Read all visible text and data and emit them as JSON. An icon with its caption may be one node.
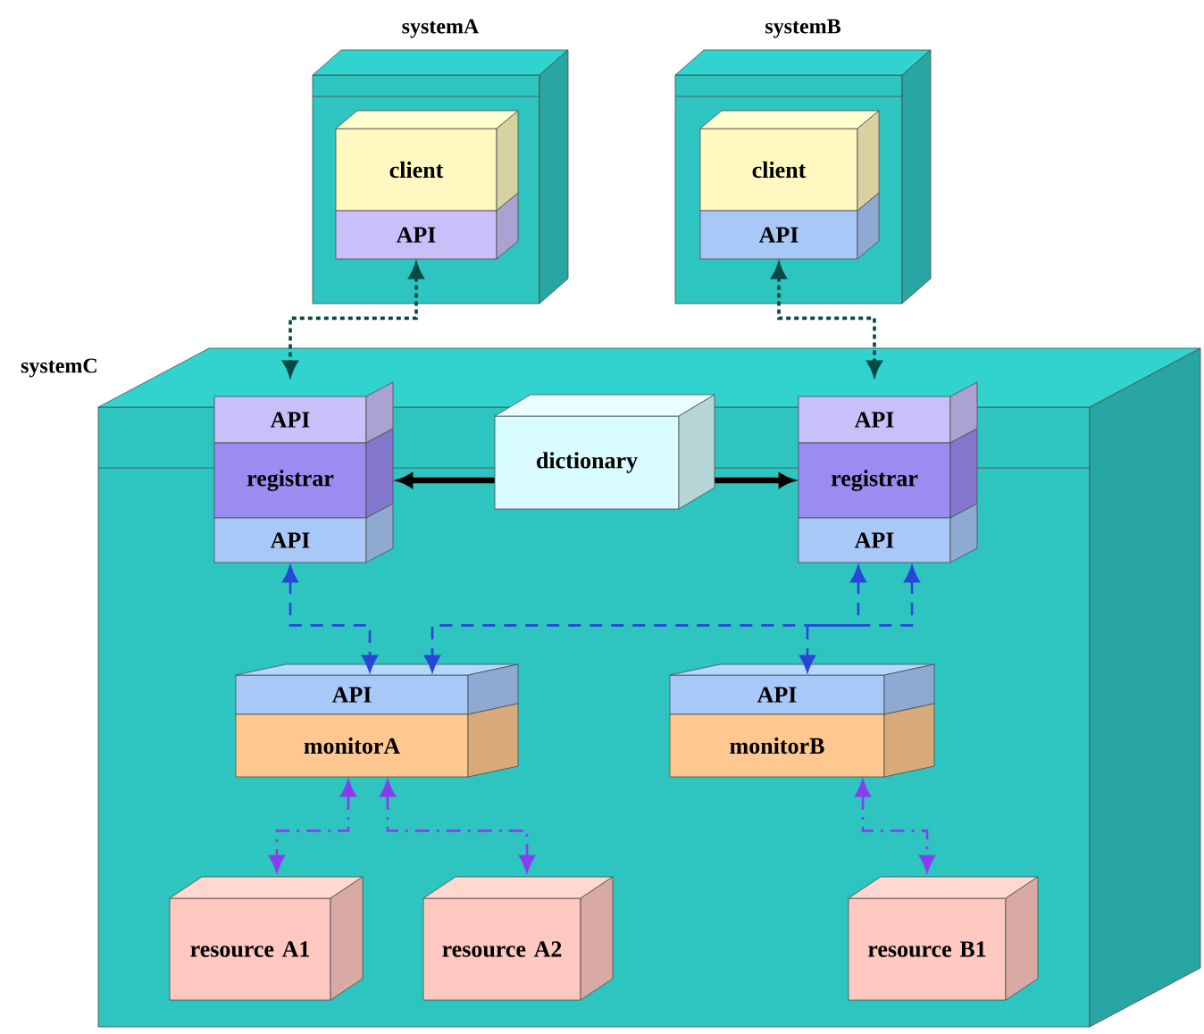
{
  "diagram": {
    "nodes": [
      {
        "text": [
          "systemA"
        ]
      },
      {
        "text": [
          "client"
        ],
        "in": 0
      },
      {
        "text": [
          "API"
        ],
        "in": 0
      },
      {
        "text": [
          "systemB"
        ]
      },
      {
        "text": [
          "client"
        ],
        "in": 3
      },
      {
        "text": [
          "API"
        ],
        "in": 3
      },
      {
        "text": [
          "systemC"
        ]
      },
      {
        "text": [
          "API"
        ],
        "in": 6
      },
      {
        "text": [
          "registrar"
        ],
        "in": 6
      },
      {
        "text": [
          "API"
        ],
        "in": 6
      },
      {
        "text": [
          "dictionary"
        ],
        "in": 6
      },
      {
        "text": [
          "API"
        ],
        "in": 6
      },
      {
        "text": [
          "registrar"
        ],
        "in": 6
      },
      {
        "text": [
          "API"
        ],
        "in": 6
      },
      {
        "text": [
          "API"
        ],
        "in": 6
      },
      {
        "text": [
          "monitorA"
        ],
        "in": 6
      },
      {
        "text": [
          "API"
        ],
        "in": 6
      },
      {
        "text": [
          "monitorB"
        ],
        "in": 6
      },
      {
        "text": [
          "resource A1"
        ],
        "in": 6
      },
      {
        "text": [
          "resource A2"
        ],
        "in": 6
      },
      {
        "text": [
          "resource B1"
        ],
        "in": 6
      }
    ],
    "edges": [
      {
        "from": 2,
        "to": 7,
        "arrow": "both",
        "style": "dashed",
        "color": "#064a44"
      },
      {
        "from": 5,
        "to": 11,
        "arrow": "both",
        "style": "dashed",
        "color": "#064a44"
      },
      {
        "from": 10,
        "to": 8,
        "arrow": "to",
        "style": "thick",
        "color": "#000000"
      },
      {
        "from": 10,
        "to": 12,
        "arrow": "to",
        "style": "thick",
        "color": "#000000"
      },
      {
        "from": 9,
        "to": 14,
        "arrow": "both",
        "style": "dashed",
        "color": "#2a46d8"
      },
      {
        "from": 13,
        "to": 14,
        "arrow": "both",
        "style": "dashed",
        "color": "#2a46d8"
      },
      {
        "from": 13,
        "to": 16,
        "arrow": "both",
        "style": "dashed",
        "color": "#2a46d8"
      },
      {
        "from": 15,
        "to": 18,
        "arrow": "both",
        "style": "dashed",
        "color": "#8a3cf0"
      },
      {
        "from": 15,
        "to": 19,
        "arrow": "both",
        "style": "dashed",
        "color": "#8a3cf0"
      },
      {
        "from": 17,
        "to": 20,
        "arrow": "both",
        "style": "dashed",
        "color": "#8a3cf0"
      }
    ]
  }
}
